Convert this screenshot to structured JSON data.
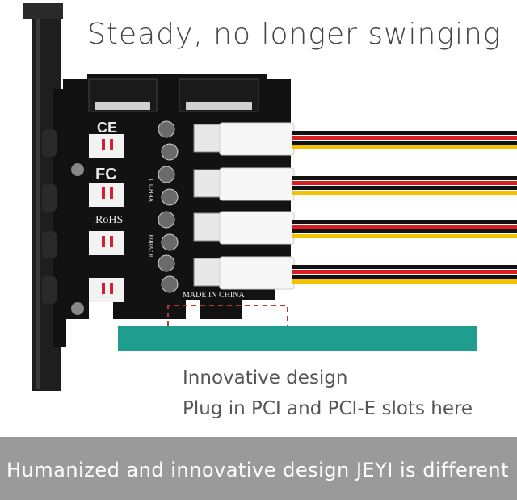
{
  "headline": "Steady, no longer swinging",
  "captions": {
    "line1": "Innovative design",
    "line2": "Plug in PCI and PCI-E slots here"
  },
  "banner": {
    "text": "Humanized and innovative design JEYI is different"
  },
  "board_markings": {
    "ce": "CE",
    "fc": "FC",
    "rohs": "RoHS",
    "made_in": "MADE IN CHINA",
    "version": "VER:1.1",
    "model": "iControl"
  },
  "colors": {
    "slot": "#1f9d8f",
    "board": "#121212",
    "bracket": "#222222",
    "wire_red": "#d81e1e",
    "wire_yellow": "#f2c200",
    "wire_black": "#111111",
    "dashed_outline": "#b33a3a",
    "banner": "#9a9a9a"
  }
}
